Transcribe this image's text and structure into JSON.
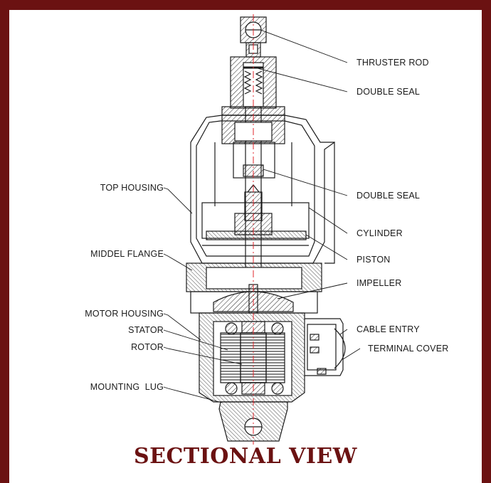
{
  "title": "SECTIONAL VIEW",
  "labels": {
    "thruster_rod": "THRUSTER ROD",
    "double_seal_top": "DOUBLE SEAL",
    "double_seal_mid": "DOUBLE SEAL",
    "cylinder": "CYLINDER",
    "piston": "PISTON",
    "impeller": "IMPELLER",
    "cable_entry": "CABLE ENTRY",
    "terminal_cover": "TERMINAL COVER",
    "top_housing": "TOP HOUSING",
    "middel_flange": "MIDDEL FLANGE",
    "motor_housing": "MOTOR HOUSING",
    "stator": "STATOR",
    "rotor": "ROTOR",
    "mounting_lug": "MOUNTING  LUG"
  },
  "colors": {
    "frame": "#6b1212",
    "background": "#f7efcf",
    "centerline": "#e0252b"
  }
}
